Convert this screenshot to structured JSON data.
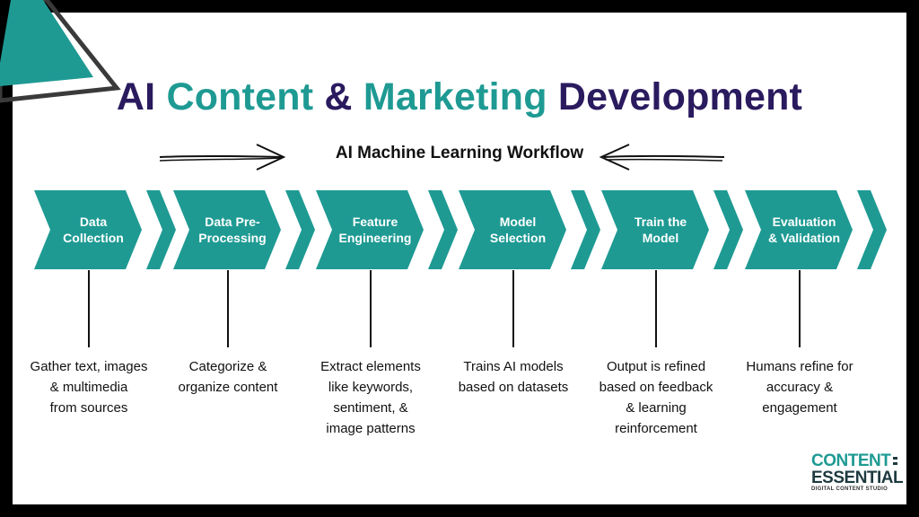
{
  "title": {
    "part1": "AI ",
    "part2": "Content",
    "part3": " & ",
    "part4": "Marketing",
    "part5": " Development"
  },
  "subtitle": "AI Machine Learning Workflow",
  "steps": [
    {
      "label_line1": "Data",
      "label_line2": "Collection",
      "desc": [
        "Gather text, images",
        "& multimedia",
        "from sources"
      ]
    },
    {
      "label_line1": "Data Pre-",
      "label_line2": "Processing",
      "desc": [
        "Categorize &",
        "organize content"
      ]
    },
    {
      "label_line1": "Feature",
      "label_line2": "Engineering",
      "desc": [
        "Extract elements",
        "like keywords,",
        "sentiment, &",
        "image patterns"
      ]
    },
    {
      "label_line1": "Model",
      "label_line2": "Selection",
      "desc": [
        "Trains AI models",
        "based on datasets"
      ]
    },
    {
      "label_line1": "Train the",
      "label_line2": "Model",
      "desc": [
        "Output is refined",
        "based on feedback",
        "& learning",
        "reinforcement"
      ]
    },
    {
      "label_line1": "Evaluation",
      "label_line2": "& Validation",
      "desc": [
        "Humans refine for",
        "accuracy &",
        "engagement"
      ]
    }
  ],
  "logo": {
    "line1": "CONTENT",
    "line2": "ESSENTIAL",
    "line3": "DIGITAL CONTENT STUDIO"
  },
  "colors": {
    "teal": "#1e9a93",
    "navy": "#2a1a5e",
    "dark": "#111111"
  },
  "icons": {
    "left_arrow": "right-arrow-icon",
    "right_arrow": "left-arrow-icon"
  }
}
